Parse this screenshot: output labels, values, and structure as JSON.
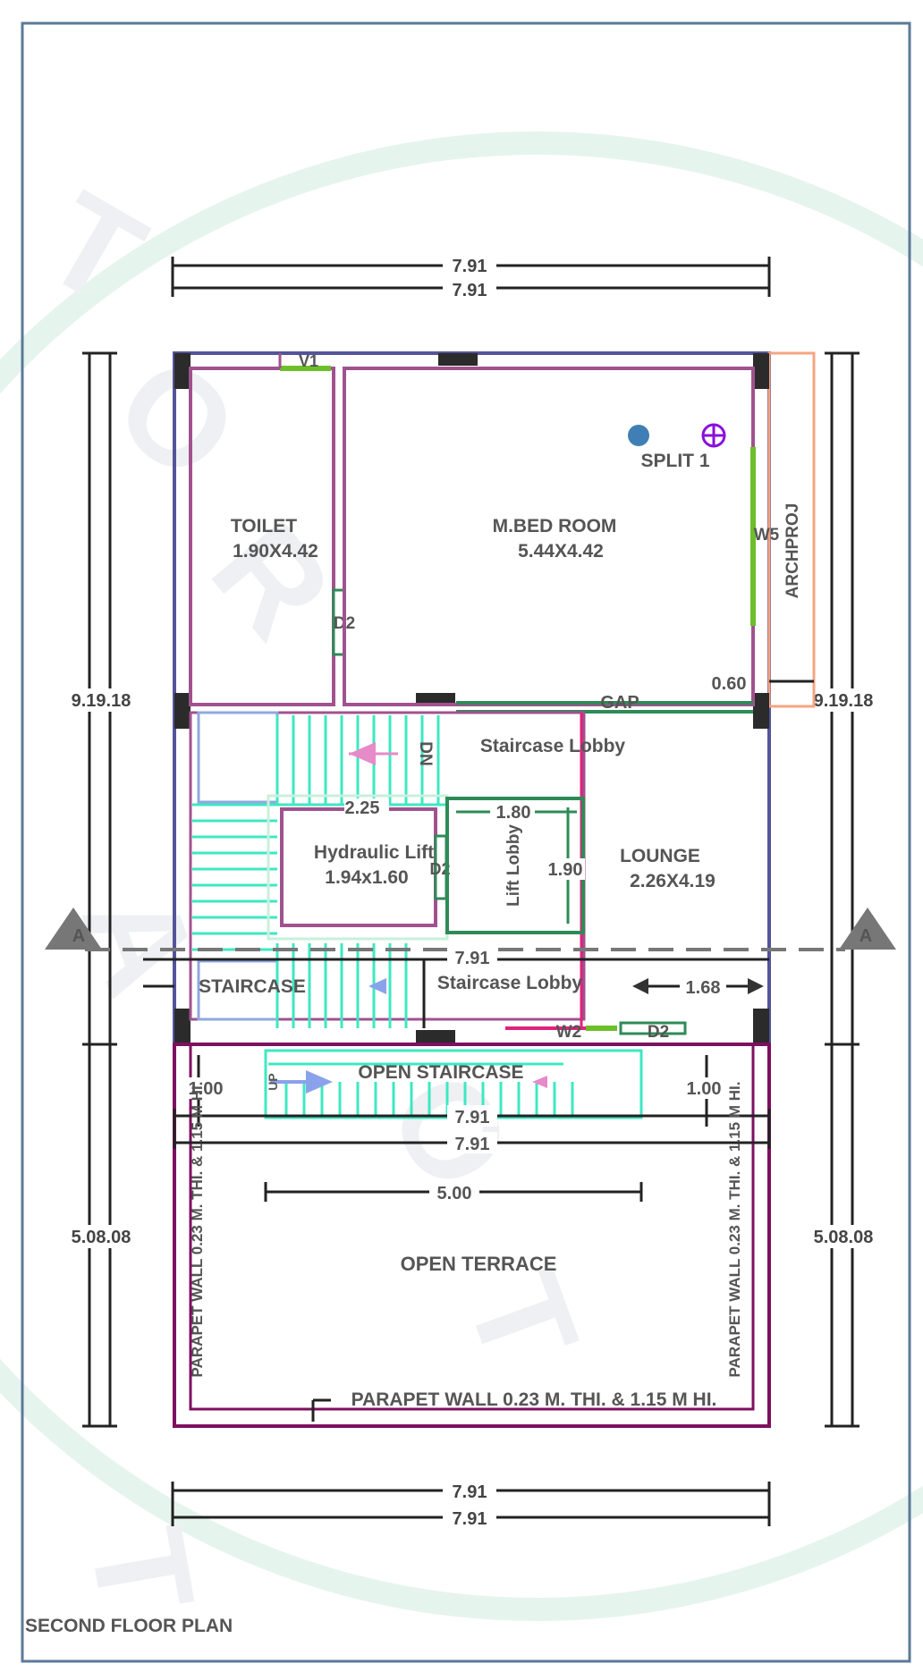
{
  "title": "SECOND FLOOR PLAN",
  "section_marker": "A",
  "colors": {
    "frame": "#5b7a99",
    "outer_wall": "#53549a",
    "room_wall": "#a0528e",
    "door": "#2e8b57",
    "window": "#6cbf2a",
    "stair": "#3de8c2",
    "terrace": "#7d1060",
    "projection": "#f4a582",
    "watermark": "#e0f2ec"
  },
  "rooms": {
    "toilet": {
      "name": "TOILET",
      "size": "1.90X4.42"
    },
    "bedroom": {
      "name": "M.BED ROOM",
      "size": "5.44X4.42"
    },
    "split": "SPLIT 1",
    "lounge": {
      "name": "LOUNGE",
      "size": "2.26X4.19"
    },
    "lift": {
      "name": "Hydraulic Lift",
      "size": "1.94x1.60"
    },
    "lift_lobby": "Lift Lobby",
    "staircase_lobby_top": "Staircase Lobby",
    "staircase_lobby_bottom": "Staircase Lobby",
    "staircase": "STAIRCASE",
    "open_staircase": "OPEN STAIRCASE",
    "open_terrace": "OPEN TERRACE",
    "arch_proj": "ARCHPROJ",
    "gap": "GAP",
    "dn": "DN",
    "up": "UP"
  },
  "openings": {
    "v1": "V1",
    "d2_toilet": "D2",
    "w5": "W5",
    "d2_lift": "D2",
    "w2": "W2",
    "d2_bottom": "D2"
  },
  "parapet": {
    "left": "PARAPET WALL 0.23 M. THI. & 1.15 M HI.",
    "right": "PARAPET WALL 0.23 M. THI. & 1.15 M HI.",
    "bottom": "PARAPET WALL 0.23 M. THI. & 1.15 M HI."
  },
  "dimensions": {
    "top_1": "7.91",
    "top_2": "7.91",
    "left_upper": "9.19.18",
    "right_upper": "9.19.18",
    "left_lower": "5.08.08",
    "right_lower": "5.08.08",
    "offset_060": "0.60",
    "d_225": "2.25",
    "d_180": "1.80",
    "d_190": "1.90",
    "d_791_mid": "7.91",
    "d_168": "1.68",
    "d_100_left": "1.00",
    "d_100_right": "1.00",
    "d_791_terr_1": "7.91",
    "d_791_terr_2": "7.91",
    "d_500": "5.00",
    "bottom_1": "7.91",
    "bottom_2": "7.91"
  }
}
